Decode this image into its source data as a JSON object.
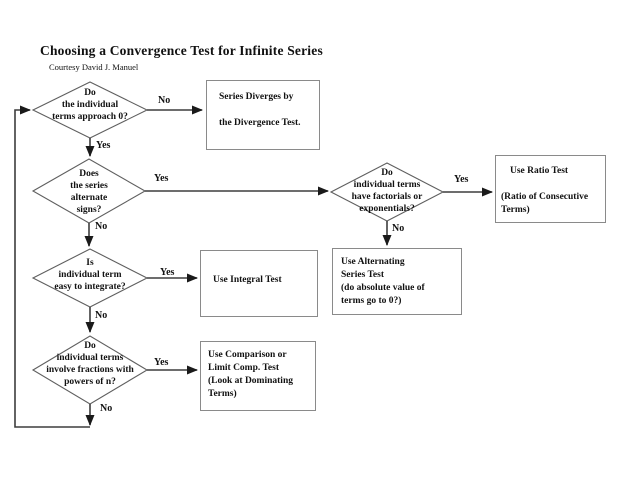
{
  "page": {
    "title": "Choosing a Convergence Test for Infinite Series",
    "subtitle": "Courtesy David J. Manuel"
  },
  "labels": {
    "yes": "Yes",
    "no": "No"
  },
  "decisions": [
    {
      "name": "terms-approach-0",
      "lines": [
        "Do",
        "the individual",
        "terms approach 0?"
      ]
    },
    {
      "name": "series-alternate-signs",
      "lines": [
        "Does",
        "the series",
        "alternate",
        "signs?"
      ]
    },
    {
      "name": "factorials-or-exponentials",
      "lines": [
        "Do",
        "individual terms",
        "have factorials or",
        "exponentials?"
      ]
    },
    {
      "name": "easy-to-integrate",
      "lines": [
        "Is",
        "individual term",
        "easy to integrate?"
      ]
    },
    {
      "name": "fractions-with-powers-of-n",
      "lines": [
        "Do",
        "individual terms",
        "involve fractions with",
        "powers of n?"
      ]
    }
  ],
  "results": [
    {
      "name": "divergence-test",
      "lines": [
        "Series Diverges by",
        "",
        "the Divergence Test."
      ]
    },
    {
      "name": "ratio-test",
      "lines": [
        "Use Ratio Test",
        "",
        "(Ratio of Consecutive",
        "Terms)"
      ]
    },
    {
      "name": "alternating-series-test",
      "lines": [
        "Use Alternating",
        "Series Test",
        "(do absolute value of",
        "terms go to 0?)"
      ]
    },
    {
      "name": "integral-test",
      "lines": [
        "Use Integral Test"
      ]
    },
    {
      "name": "comparison-test",
      "lines": [
        "Use Comparison or",
        "Limit Comp. Test",
        "(Look at Dominating",
        "Terms)"
      ]
    }
  ],
  "edges": [
    {
      "from": "terms-approach-0",
      "label": "No",
      "to": "divergence-test"
    },
    {
      "from": "terms-approach-0",
      "label": "Yes",
      "to": "series-alternate-signs"
    },
    {
      "from": "series-alternate-signs",
      "label": "Yes",
      "to": "factorials-or-exponentials"
    },
    {
      "from": "series-alternate-signs",
      "label": "No",
      "to": "easy-to-integrate"
    },
    {
      "from": "factorials-or-exponentials",
      "label": "Yes",
      "to": "ratio-test"
    },
    {
      "from": "factorials-or-exponentials",
      "label": "No",
      "to": "alternating-series-test"
    },
    {
      "from": "easy-to-integrate",
      "label": "Yes",
      "to": "integral-test"
    },
    {
      "from": "easy-to-integrate",
      "label": "No",
      "to": "fractions-with-powers-of-n"
    },
    {
      "from": "fractions-with-powers-of-n",
      "label": "Yes",
      "to": "comparison-test"
    },
    {
      "from": "fractions-with-powers-of-n",
      "label": "No",
      "to": "terms-approach-0"
    }
  ],
  "colors": {
    "background": "#ffffff",
    "text": "#111111",
    "connector_line": "#3d3d3d",
    "arrowhead": "#1a1a1a",
    "diamond_border": "#5f5f5f",
    "box_border": "#8a8a8a"
  }
}
